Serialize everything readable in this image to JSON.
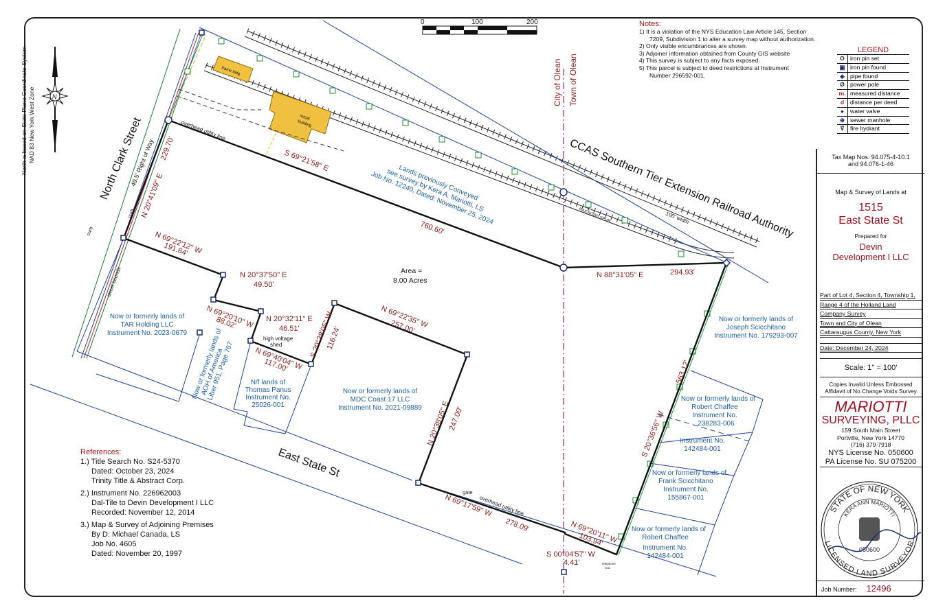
{
  "scale_bar": {
    "ticks": [
      "0",
      "100",
      "200"
    ]
  },
  "north_note": [
    "North is based on State Plane Coordinate System",
    "NAD 83 New York West Zone"
  ],
  "notes": {
    "title": "Notes:",
    "items": [
      "1) It is a violation of the NYS Education Law Article 145, Section",
      "7209, Subdivision 1 to alter a survey map without authorization.",
      "2) Only visible encumbrances are shown.",
      "3) Adjoiner information obtained from County GIS website",
      "4) This survey is subject to any facts exposed.",
      "5) This parcel is subject to deed restrictions at Instrument",
      "Number 296592-001."
    ]
  },
  "legend": {
    "title": "LEGEND",
    "items": [
      {
        "symbol": "O",
        "label": "iron pin set"
      },
      {
        "symbol": "▣",
        "label": "iron pin found"
      },
      {
        "symbol": "◈",
        "label": "pipe found"
      },
      {
        "symbol": "Ø",
        "label": "power pole"
      },
      {
        "symbol": "m.",
        "label": "measured distance"
      },
      {
        "symbol": "d",
        "label": "distance per deed"
      },
      {
        "symbol": "●",
        "label": "water valve"
      },
      {
        "symbol": "⊕",
        "label": "sewer manhole"
      },
      {
        "symbol": "⊽",
        "label": "fire hydrant"
      }
    ]
  },
  "title_block": {
    "tax_map": [
      "Tax Map Nos. 94.075-4-10.1",
      "and 94.076-1-46"
    ],
    "map_of": "Map & Survey of Lands at",
    "address": [
      "1515",
      "East State St"
    ],
    "prepared_for": "Prepared for",
    "client": [
      "Devin",
      "Development I LLC"
    ],
    "location": [
      "Part of Lot 4, Section 4, Township 1,",
      "Range 4 of the Holland Land",
      "Company Survey",
      "Town and City of Olean",
      "Cattaraugus County, New York"
    ],
    "date": "Date: December 24, 2024",
    "scale": "Scale: 1\" = 100'",
    "copies": [
      "Copies Invalid Unless Embossed",
      "Affidavit of No Change Voids Survey"
    ],
    "firm": [
      "MARIOTTI",
      "SURVEYING, PLLC"
    ],
    "firm_address": [
      "159 South Main Street",
      "Portville, New York 14770",
      "(716) 379-7918"
    ],
    "licenses": [
      "NYS License No. 050600",
      "PA License No. SU 075200"
    ],
    "seal": {
      "text_top": "STATE OF NEW YORK",
      "name": "KERA ANN MARIOTTI",
      "number": "050600",
      "text_bottom": "LICENSED LAND SURVEYOR"
    },
    "job_label": "Job Number:",
    "job_number": "12496"
  },
  "references": {
    "title": "References:",
    "groups": [
      [
        "1.) Title Search No. S24-5370",
        "Dated: October 23, 2024",
        "Trinity Title & Abstract Corp."
      ],
      [
        "2.) Instrument No. 226962003",
        "Dal-Tile to Devin Development I LLC",
        "Recorded: November 12, 2014"
      ],
      [
        "3.) Map & Survey of Adjoining Premises",
        "By D. Michael Canada, LS",
        "Job No. 4605",
        "Dated: November 20, 1997"
      ]
    ]
  },
  "map": {
    "streets": {
      "north_clark": "North Clark Street",
      "row": "49.5' Right of Way",
      "curb": "curb",
      "street_bounds": "street bounds",
      "east_state": "East State St"
    },
    "railroad": {
      "name": "CCAS Southern Tier Extension Railroad Authority",
      "width": "100' width",
      "spur": "RAILROAD SPUR"
    },
    "municipal": {
      "city": "City of Olean",
      "town": "Town of Olean"
    },
    "buildings": {
      "frame": "frame bldg",
      "metal": [
        "metal",
        "building"
      ],
      "shed": [
        "high voltage",
        "shed"
      ]
    },
    "utility": {
      "overhead1": "overhead utility line",
      "overhead2": "overhead utility line",
      "gate": "gate",
      "telephone": [
        "telephone",
        "box"
      ]
    },
    "area": [
      "Area =",
      "8.00  Acres"
    ],
    "conveyed": [
      "Lands previously Conveyed",
      "see survey by Kera A. Mariotti, LS",
      "Job No. 12240, Dated: November 25, 2024"
    ],
    "bearings": {
      "b1": [
        "N 20°41'09\" E",
        "229.70'"
      ],
      "b2": [
        "S 69°21'58\" E",
        "760.60'"
      ],
      "b3": [
        "N 88°31'05\" E",
        "294.93'"
      ],
      "b4": [
        "S 20°36'56\" W",
        "563.12'"
      ],
      "b5": [
        "N 69°20'11\" W",
        "103.94'"
      ],
      "b6": [
        "S 00°04'57\" W",
        "4.41'"
      ],
      "b7": [
        "N 69°17'59\" W",
        "278.09'"
      ],
      "b8": [
        "N 20°38'05\" E",
        "247.00'"
      ],
      "b9": [
        "N 69°22'35\" W",
        "257.00'"
      ],
      "b10": [
        "S 20°38'05\" W",
        "116.24'"
      ],
      "b11": [
        "N 69°40'04\" W",
        "117.00'"
      ],
      "b12": [
        "N 20°32'11\" E",
        "46.51'"
      ],
      "b13": [
        "N 69°20'10\" W",
        "88.02'"
      ],
      "b14": [
        "N 20°37'50\" E",
        "49.50'"
      ],
      "b15": [
        "N 69°22'12\" W",
        "191.64'"
      ]
    },
    "owners": {
      "tar": [
        "Now or formerly lands of",
        "TAR Holding LLC",
        "Instrument No. 2023-0679"
      ],
      "aoh": [
        "Now or formerly lands of",
        "AOH of America",
        "Liber 951, Page 767"
      ],
      "panus": [
        "N/f lands of",
        "Thomas Panus",
        "Instrument No.",
        "25026-001"
      ],
      "mdc": [
        "Now or formerly lands of",
        "MDC Coast 17 LLC",
        "Instrument No. 2021-09889"
      ],
      "joseph": [
        "Now or formerly lands of",
        "Joseph Scicchitano",
        "Instrument No. 179293-007"
      ],
      "chaffee1": [
        "Now or formerly lands of",
        "Robert Chaffee",
        "Instrument No.",
        "238283-006"
      ],
      "chaffee1b": [
        "Instrument No.",
        "142484-001"
      ],
      "frank": [
        "Now or formerly lands of",
        "Frank Scicchitano",
        "Instrument No.",
        "155867-001"
      ],
      "chaffee2": [
        "Now or formerly lands of",
        "Robert Chaffee",
        "Instrument No.",
        "142484-001"
      ]
    }
  }
}
